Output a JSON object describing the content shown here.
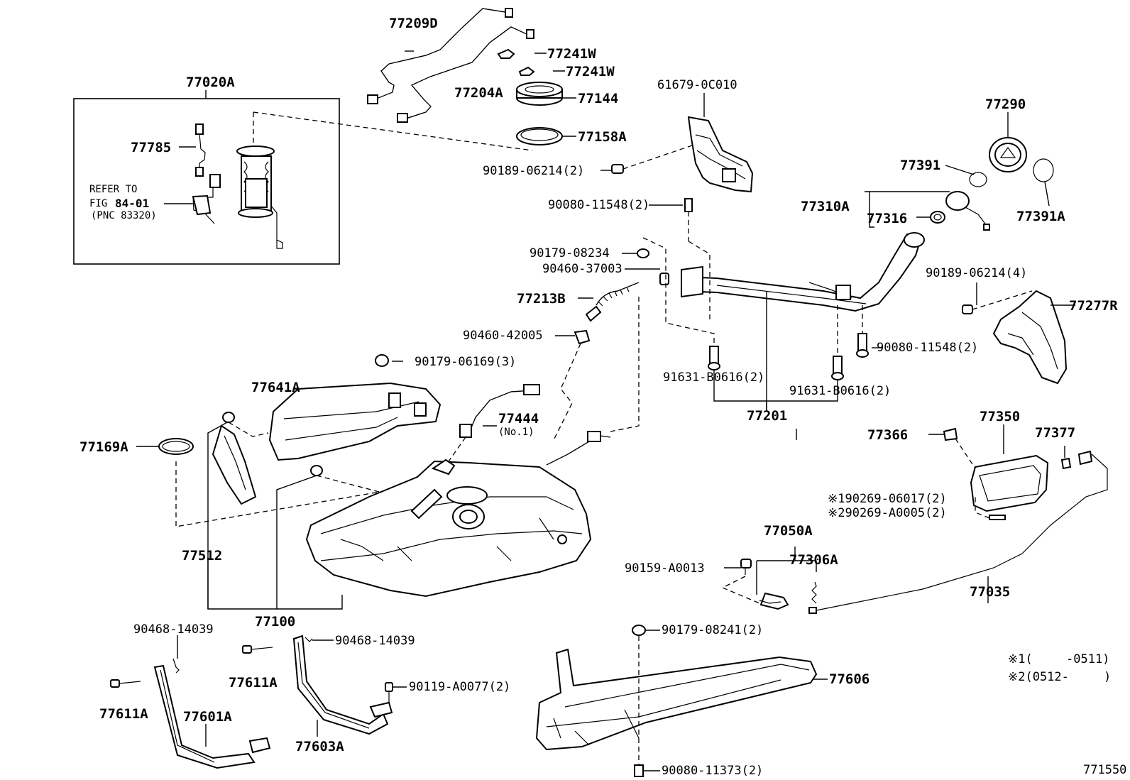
{
  "parts": {
    "p77209D": "77209D",
    "p77241W_1": "77241W",
    "p77241W_2": "77241W",
    "p77204A": "77204A",
    "p77144": "77144",
    "p77158A": "77158A",
    "p77020A": "77020A",
    "p77785": "77785",
    "p61679": "61679-0C010",
    "p90189_2": "90189-06214(2)",
    "p77290": "77290",
    "p77391": "77391",
    "p77391A": "77391A",
    "p77310A": "77310A",
    "p77316": "77316",
    "p90080_a": "90080-11548(2)",
    "p90179_08234": "90179-08234",
    "p90460_37003": "90460-37003",
    "p77213B": "77213B",
    "p90460_42005": "90460-42005",
    "p90189_4": "90189-06214(4)",
    "p77277R": "77277R",
    "p90080_b": "90080-11548(2)",
    "p91631_a": "91631-B0616(2)",
    "p91631_b": "91631-B0616(2)",
    "p77201": "77201",
    "p90179_06169": "90179-06169(3)",
    "p77641A": "77641A",
    "p77444": "77444",
    "p77444_sub": "(No.1)",
    "p77169A": "77169A",
    "p77512": "77512",
    "p77100": "77100",
    "p77366": "77366",
    "p77350": "77350",
    "p77377": "77377",
    "p90269_1": "※190269-06017(2)",
    "p90269_2": "※290269-A0005(2)",
    "p77050A": "77050A",
    "p77306A": "77306A",
    "p90159": "90159-A0013",
    "p77035": "77035",
    "p90468_a": "90468-14039",
    "p90468_b": "90468-14039",
    "p77611A_a": "77611A",
    "p77611A_b": "77611A",
    "p77601A": "77601A",
    "p77603A": "77603A",
    "p90119": "90119-A0077(2)",
    "p90179_08241": "90179-08241(2)",
    "p77606": "77606",
    "p90080_11373": "90080-11373(2)"
  },
  "refer": {
    "line1": "REFER TO",
    "line2_prefix": "FIG",
    "line2_fig": "84-01",
    "line3": "(PNC 83320)"
  },
  "notes": {
    "note1_mark": "※1(",
    "note1_range": "-0511)",
    "note2_mark": "※2(0512-",
    "note2_close": ")"
  },
  "figure_id": "771550"
}
